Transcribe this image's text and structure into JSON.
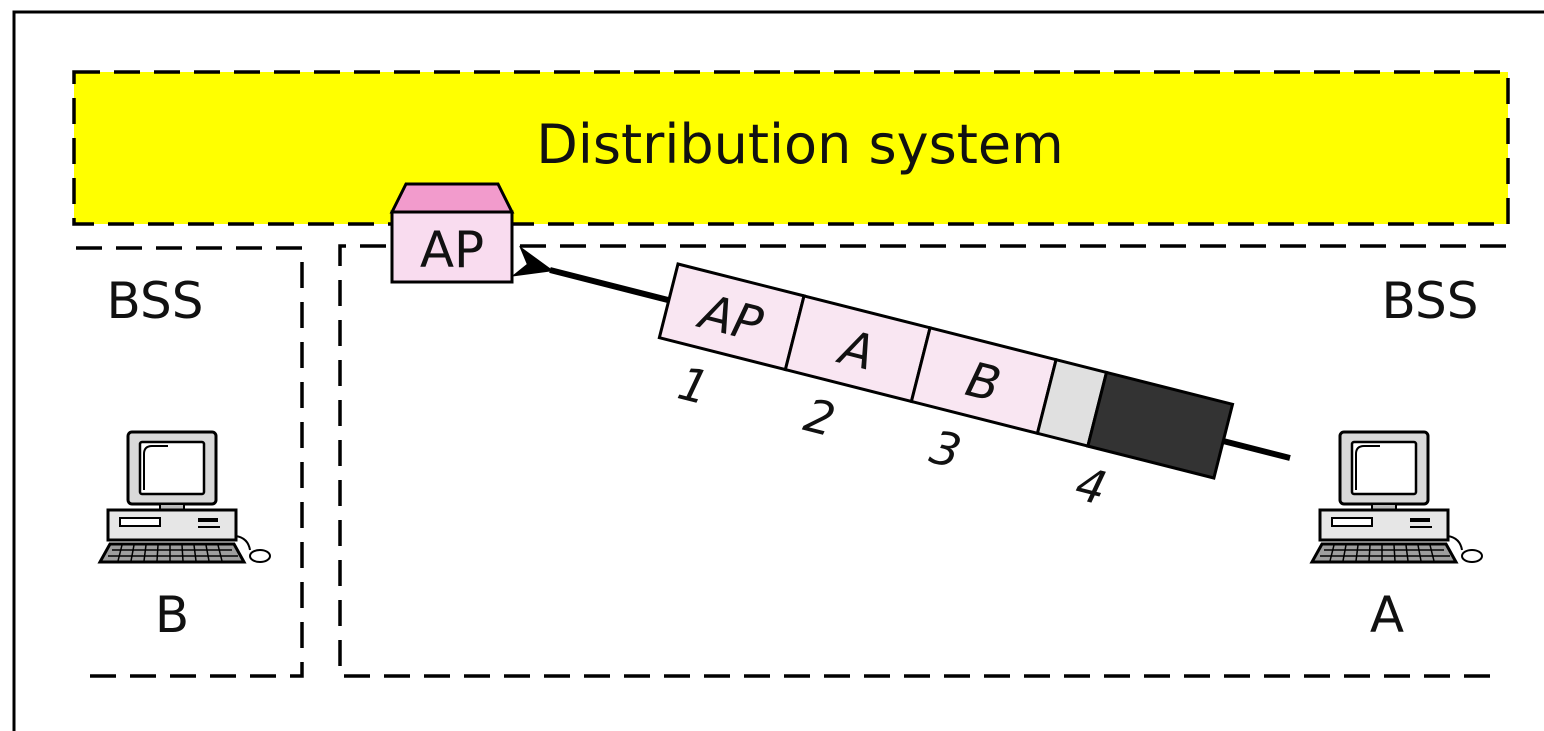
{
  "distribution_system": {
    "label": "Distribution system",
    "fill": "#ffff00"
  },
  "access_point": {
    "label": "AP",
    "body_color": "#f9dcef",
    "roof_color": "#f29bcc"
  },
  "bss_left": {
    "label": "BSS"
  },
  "bss_right": {
    "label": "BSS"
  },
  "station_b": {
    "label": "B"
  },
  "station_a": {
    "label": "A"
  },
  "frame": {
    "fields": [
      {
        "label": "AP",
        "index": "1"
      },
      {
        "label": "A",
        "index": "2"
      },
      {
        "label": "B",
        "index": "3"
      },
      {
        "label": "",
        "index": "4"
      }
    ],
    "field_color": "#f9e6f2",
    "gray_color": "#e0e0e0",
    "dark_color": "#333333"
  }
}
